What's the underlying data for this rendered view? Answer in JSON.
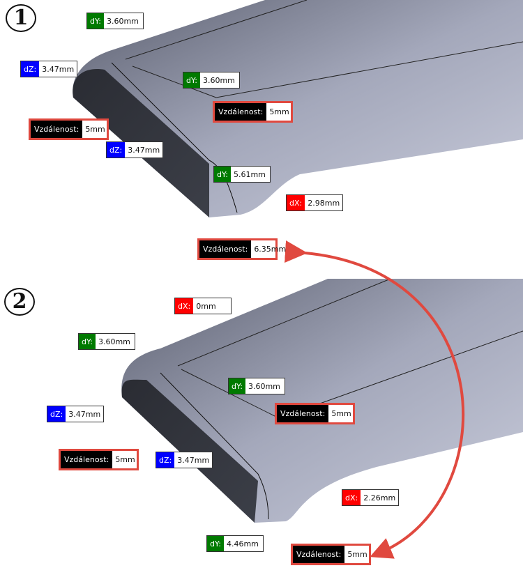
{
  "steps": [
    "1",
    "2"
  ],
  "colors": {
    "dX": "#ff0000",
    "dY": "#007a00",
    "dZ": "#0000ff",
    "distance": "#000000",
    "highlight": "#e0493f"
  },
  "panels": [
    {
      "step": "1",
      "labels": [
        {
          "key": "dY:",
          "value": "3.60mm",
          "kind": "dY"
        },
        {
          "key": "dZ:",
          "value": "3.47mm",
          "kind": "dZ"
        },
        {
          "key": "Vzdálenost:",
          "value": "5mm",
          "kind": "distance"
        },
        {
          "key": "dY:",
          "value": "3.60mm",
          "kind": "dY"
        },
        {
          "key": "Vzdálenost:",
          "value": "5mm",
          "kind": "distance"
        },
        {
          "key": "dZ:",
          "value": "3.47mm",
          "kind": "dZ"
        },
        {
          "key": "dY:",
          "value": "5.61mm",
          "kind": "dY"
        },
        {
          "key": "dX:",
          "value": "2.98mm",
          "kind": "dX"
        },
        {
          "key": "Vzdálenost:",
          "value": "6.35mm",
          "kind": "distance"
        }
      ]
    },
    {
      "step": "2",
      "labels": [
        {
          "key": "dX:",
          "value": "0mm",
          "kind": "dX"
        },
        {
          "key": "dY:",
          "value": "3.60mm",
          "kind": "dY"
        },
        {
          "key": "dY:",
          "value": "3.60mm",
          "kind": "dY"
        },
        {
          "key": "Vzdálenost:",
          "value": "5mm",
          "kind": "distance"
        },
        {
          "key": "dZ:",
          "value": "3.47mm",
          "kind": "dZ"
        },
        {
          "key": "Vzdálenost:",
          "value": "5mm",
          "kind": "distance"
        },
        {
          "key": "dZ:",
          "value": "3.47mm",
          "kind": "dZ"
        },
        {
          "key": "dX:",
          "value": "2.26mm",
          "kind": "dX"
        },
        {
          "key": "dY:",
          "value": "4.46mm",
          "kind": "dY"
        },
        {
          "key": "Vzdálenost:",
          "value": "5mm",
          "kind": "distance"
        }
      ]
    }
  ]
}
